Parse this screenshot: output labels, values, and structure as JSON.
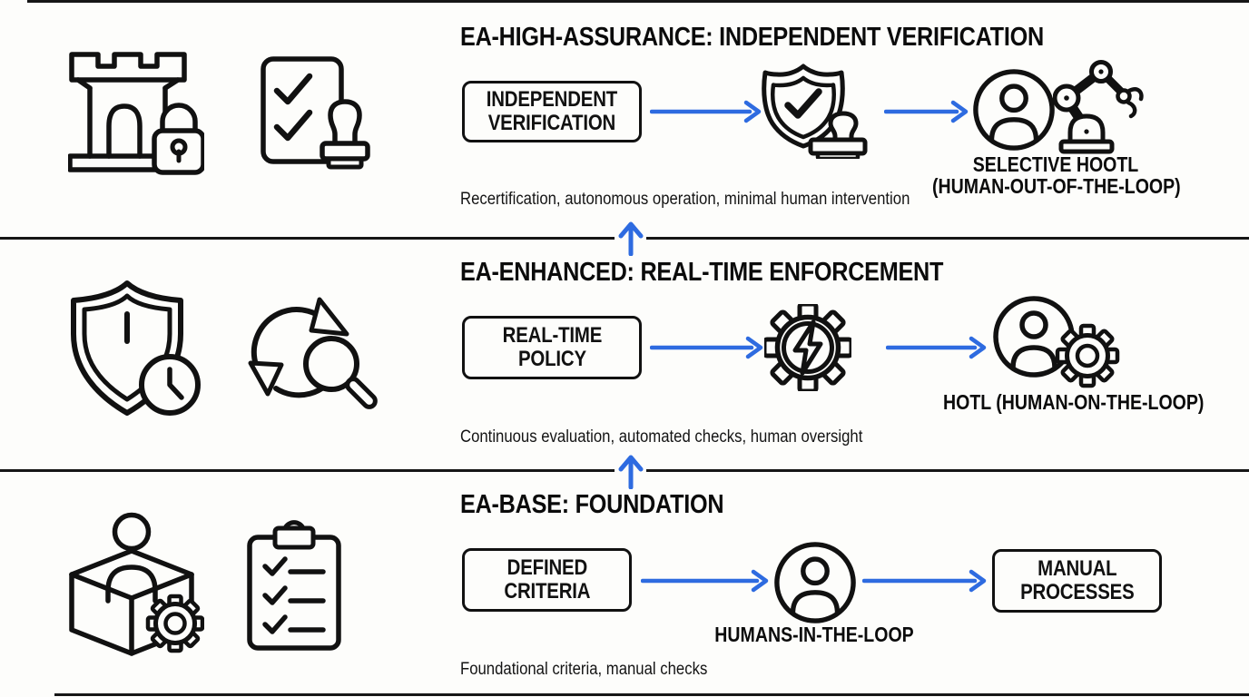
{
  "palette": {
    "ink": "#111111",
    "accent_blue": "#2e6be0",
    "background": "#fdfdfb"
  },
  "sections": [
    {
      "title": "EA-HIGH-ASSURANCE: INDEPENDENT VERIFICATION",
      "start_box": {
        "line1": "INDEPENDENT",
        "line2": "VERIFICATION"
      },
      "outcome": {
        "line1": "SELECTIVE HOOTL",
        "line2": "(HUMAN-OUT-OF-THE-LOOP)"
      },
      "description": "Recertification, autonomous operation, minimal human intervention",
      "icons": [
        "fortress-lock-icon",
        "approved-checklist-stamp-icon",
        "verified-shield-stamp-icon",
        "person-icon",
        "robot-arm-icon"
      ]
    },
    {
      "title": "EA-ENHANCED: REAL-TIME ENFORCEMENT",
      "start_box": {
        "line1": "REAL-TIME",
        "line2": "POLICY"
      },
      "outcome": {
        "line1": "HOTL (HUMAN-ON-THE-LOOP)"
      },
      "description": "Continuous evaluation, automated checks, human oversight",
      "icons": [
        "shield-clock-icon",
        "continuous-review-icon",
        "gear-lightning-icon",
        "person-gear-icon"
      ]
    },
    {
      "title": "EA-BASE: FOUNDATION",
      "start_box": {
        "line1": "DEFINED",
        "line2": "CRITERIA"
      },
      "middle_label": "HUMANS-IN-THE-LOOP",
      "end_box": {
        "line1": "MANUAL",
        "line2": "PROCESSES"
      },
      "description": "Foundational criteria, manual checks",
      "icons": [
        "person-box-gear-icon",
        "clipboard-checklist-icon",
        "person-icon"
      ]
    }
  ]
}
